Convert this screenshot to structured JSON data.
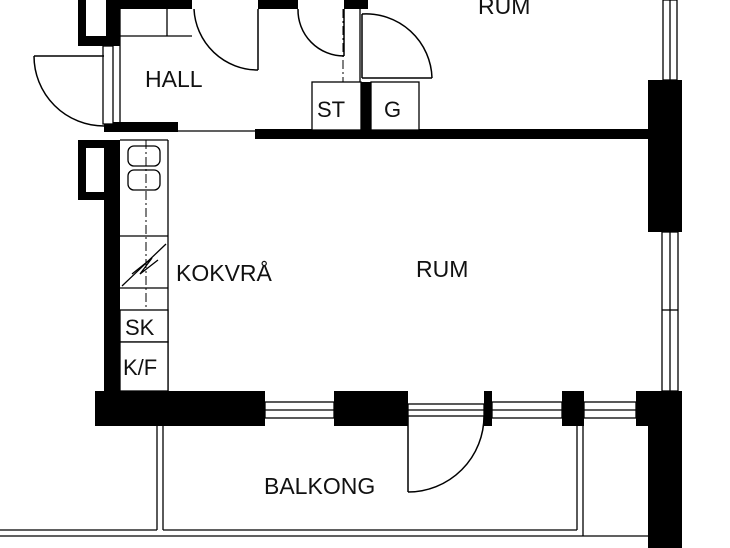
{
  "plan": {
    "rooms": {
      "room_top": "RUM",
      "hall": "HALL",
      "kitchenette": "KOKVRÅ",
      "room_main": "RUM",
      "balcony": "BALKONG"
    },
    "fixtures": {
      "storage": "ST",
      "wardrobe": "G",
      "cabinet": "SK",
      "fridge_freezer": "K/F"
    }
  }
}
